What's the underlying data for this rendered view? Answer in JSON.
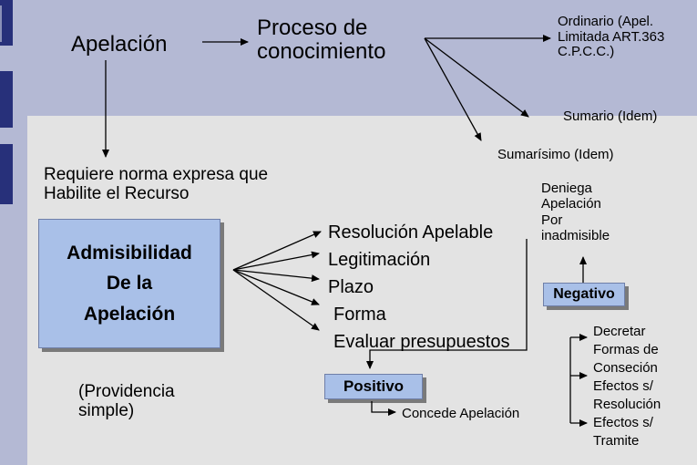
{
  "nodes": {
    "apelacion": "Apelación",
    "proceso": "Proceso de\nconocimiento",
    "ordinario": "Ordinario (Apel.\nLimitada ART.363\nC.P.C.C.)",
    "sumario": "Sumario (Idem)",
    "sumarisimo": "Sumarísimo (Idem)",
    "requiere": "Requiere norma expresa que\nHabilite el Recurso",
    "admisibilidad": "Admisibilidad\nDe la\nApelación",
    "providencia": "(Providencia\nsimple)",
    "requisitos": [
      "Resolución Apelable",
      "Legitimación",
      "Plazo",
      "Forma",
      "Evaluar presupuestos"
    ],
    "deniega": "Deniega\nApelación\nPor\ninadmisible",
    "negativo": "Negativo",
    "positivo": "Positivo",
    "concede": "Concede Apelación",
    "decretar": "Decretar\nFormas de\nConseción\nEfectos s/\nResolución\nEfectos s/\nTramite"
  },
  "colors": {
    "background": "#b4b9d4",
    "panel": "#e3e3e3",
    "box_fill": "#a9c0e8",
    "sidebar_mark": "#27307a"
  }
}
